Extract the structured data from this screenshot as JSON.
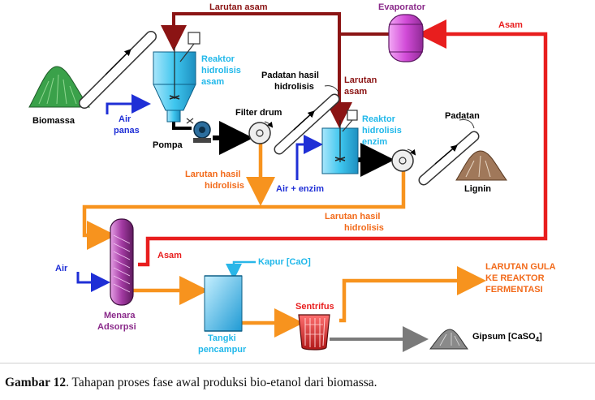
{
  "diagram": {
    "labels": {
      "larutan_asam_top": "Larutan asam",
      "evaporator": "Evaporator",
      "asam_right": "Asam",
      "reaktor_asam_1": "Reaktor",
      "reaktor_asam_2": "hidrolisis",
      "reaktor_asam_3": "asam",
      "padatan_hasil_1": "Padatan hasil",
      "padatan_hasil_2": "hidrolisis",
      "larutan_asam_mid_1": "Larutan",
      "larutan_asam_mid_2": "asam",
      "biomassa": "Biomassa",
      "air_panas_1": "Air",
      "air_panas_2": "panas",
      "filter_drum": "Filter drum",
      "pompa": "Pompa",
      "reaktor_enzim_1": "Reaktor",
      "reaktor_enzim_2": "hidrolisis",
      "reaktor_enzim_3": "enzim",
      "padatan": "Padatan",
      "larutan_hasil_left_1": "Larutan hasil",
      "larutan_hasil_left_2": "hidrolisis",
      "air_enzim": "Air + enzim",
      "lignin": "Lignin",
      "larutan_hasil_right_1": "Larutan hasil",
      "larutan_hasil_right_2": "hidrolisis",
      "asam_left": "Asam",
      "air": "Air",
      "kapur": "Kapur [CaO]",
      "menara_1": "Menara",
      "menara_2": "Adsorpsi",
      "sentrifus": "Sentrifus",
      "tangki_1": "Tangki",
      "tangki_2": "pencampur",
      "output_1": "LARUTAN GULA",
      "output_2": "KE REAKTOR",
      "output_3": "FERMENTASI",
      "gipsum": "Gipsum [CaSO",
      "gipsum_sub": "4",
      "gipsum_close": "]"
    },
    "colors": {
      "acid_line": "#e81e1e",
      "dark_acid_line": "#8b1414",
      "orange_line": "#f7931e",
      "blue_line": "#1f2fd6",
      "cyan_line": "#29b6e8",
      "black_line": "#000000",
      "gray_line": "#7a7a7a",
      "reactor_cyan": "#3fc6ee",
      "evaporator_magenta": "#c23bc9",
      "adsorber_purple": "#8a2a8a",
      "sentrifus_red": "#d22a2a",
      "biomass_green": "#2e8b3a",
      "lignin_brown": "#a0785a",
      "text_cyan": "#21b8ea",
      "text_orange": "#f26a1a",
      "text_red": "#e81e1e",
      "text_dark_red": "#8b1414",
      "text_purple": "#8a2a8a"
    }
  },
  "caption": {
    "label": "Gambar 12",
    "text": ". Tahapan proses fase awal produksi bio-etanol dari biomassa."
  }
}
